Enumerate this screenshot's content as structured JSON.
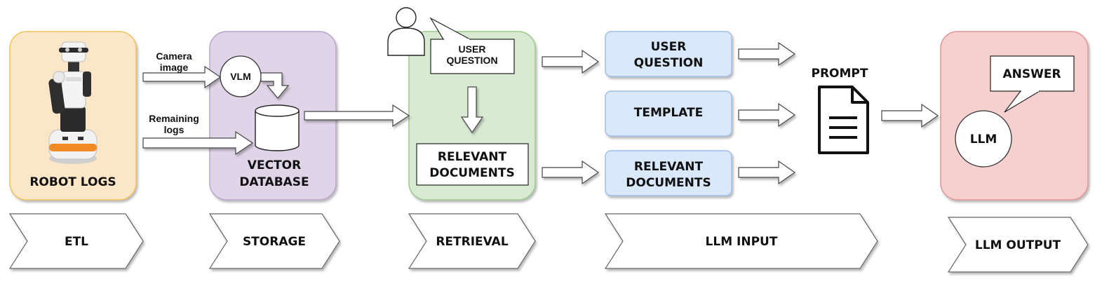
{
  "stages": {
    "robot_logs": {
      "title": "ROBOT LOGS",
      "fill": "#fce6c8",
      "stroke": "#f2c35c"
    },
    "storage": {
      "title_line1": "VECTOR",
      "title_line2": "DATABASE",
      "fill": "#e0d5e8",
      "stroke": "#b9a3cf"
    },
    "retrieval": {
      "fill": "#d8ead2",
      "stroke": "#9cc98e"
    },
    "output": {
      "fill": "#f6cfcf",
      "stroke": "#e49494"
    }
  },
  "flow": {
    "camera_line1": "Camera",
    "camera_line2": "image",
    "remaining_line1": "Remaining",
    "remaining_line2": "logs",
    "vlm": "VLM",
    "user_question_line1": "USER",
    "user_question_line2": "QUESTION",
    "relevant_line1": "RELEVANT",
    "relevant_line2": "DOCUMENTS"
  },
  "llm_input": {
    "fill": "#dae8fb",
    "stroke": "#9fbde6",
    "q_line1": "USER",
    "q_line2": "QUESTION",
    "template": "TEMPLATE",
    "docs_line1": "RELEVANT",
    "docs_line2": "DOCUMENTS"
  },
  "prompt": {
    "label": "PROMPT",
    "icon": "document-icon"
  },
  "output": {
    "answer": "ANSWER",
    "llm": "LLM"
  },
  "phases": [
    "ETL",
    "STORAGE",
    "RETRIEVAL",
    "LLM INPUT",
    "LLM OUTPUT"
  ]
}
